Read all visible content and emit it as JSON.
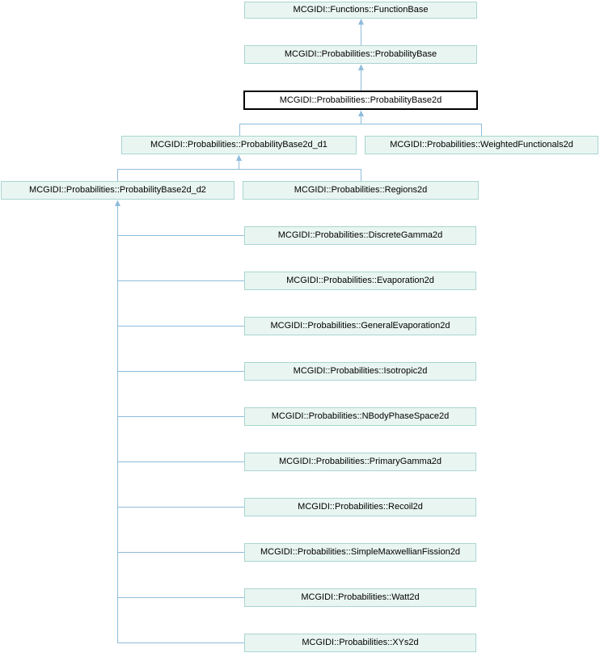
{
  "diagram": {
    "type": "class-inheritance-graph",
    "nodes": [
      {
        "label": "MCGIDI::Functions::FunctionBase",
        "current": false
      },
      {
        "label": "MCGIDI::Probabilities::ProbabilityBase",
        "current": false
      },
      {
        "label": "MCGIDI::Probabilities::ProbabilityBase2d",
        "current": true
      },
      {
        "label": "MCGIDI::Probabilities::ProbabilityBase2d_d1",
        "current": false
      },
      {
        "label": "MCGIDI::Probabilities::WeightedFunctionals2d",
        "current": false
      },
      {
        "label": "MCGIDI::Probabilities::ProbabilityBase2d_d2",
        "current": false
      },
      {
        "label": "MCGIDI::Probabilities::Regions2d",
        "current": false
      },
      {
        "label": "MCGIDI::Probabilities::DiscreteGamma2d",
        "current": false
      },
      {
        "label": "MCGIDI::Probabilities::Evaporation2d",
        "current": false
      },
      {
        "label": "MCGIDI::Probabilities::GeneralEvaporation2d",
        "current": false
      },
      {
        "label": "MCGIDI::Probabilities::Isotropic2d",
        "current": false
      },
      {
        "label": "MCGIDI::Probabilities::NBodyPhaseSpace2d",
        "current": false
      },
      {
        "label": "MCGIDI::Probabilities::PrimaryGamma2d",
        "current": false
      },
      {
        "label": "MCGIDI::Probabilities::Recoil2d",
        "current": false
      },
      {
        "label": "MCGIDI::Probabilities::SimpleMaxwellianFission2d",
        "current": false
      },
      {
        "label": "MCGIDI::Probabilities::Watt2d",
        "current": false
      },
      {
        "label": "MCGIDI::Probabilities::XYs2d",
        "current": false
      }
    ],
    "edges": [
      {
        "child": "MCGIDI::Probabilities::ProbabilityBase",
        "parent": "MCGIDI::Functions::FunctionBase"
      },
      {
        "child": "MCGIDI::Probabilities::ProbabilityBase2d",
        "parent": "MCGIDI::Probabilities::ProbabilityBase"
      },
      {
        "child": "MCGIDI::Probabilities::ProbabilityBase2d_d1",
        "parent": "MCGIDI::Probabilities::ProbabilityBase2d"
      },
      {
        "child": "MCGIDI::Probabilities::WeightedFunctionals2d",
        "parent": "MCGIDI::Probabilities::ProbabilityBase2d"
      },
      {
        "child": "MCGIDI::Probabilities::ProbabilityBase2d_d2",
        "parent": "MCGIDI::Probabilities::ProbabilityBase2d_d1"
      },
      {
        "child": "MCGIDI::Probabilities::Regions2d",
        "parent": "MCGIDI::Probabilities::ProbabilityBase2d_d1"
      },
      {
        "child": "MCGIDI::Probabilities::DiscreteGamma2d",
        "parent": "MCGIDI::Probabilities::ProbabilityBase2d_d2"
      },
      {
        "child": "MCGIDI::Probabilities::Evaporation2d",
        "parent": "MCGIDI::Probabilities::ProbabilityBase2d_d2"
      },
      {
        "child": "MCGIDI::Probabilities::GeneralEvaporation2d",
        "parent": "MCGIDI::Probabilities::ProbabilityBase2d_d2"
      },
      {
        "child": "MCGIDI::Probabilities::Isotropic2d",
        "parent": "MCGIDI::Probabilities::ProbabilityBase2d_d2"
      },
      {
        "child": "MCGIDI::Probabilities::NBodyPhaseSpace2d",
        "parent": "MCGIDI::Probabilities::ProbabilityBase2d_d2"
      },
      {
        "child": "MCGIDI::Probabilities::PrimaryGamma2d",
        "parent": "MCGIDI::Probabilities::ProbabilityBase2d_d2"
      },
      {
        "child": "MCGIDI::Probabilities::Recoil2d",
        "parent": "MCGIDI::Probabilities::ProbabilityBase2d_d2"
      },
      {
        "child": "MCGIDI::Probabilities::SimpleMaxwellianFission2d",
        "parent": "MCGIDI::Probabilities::ProbabilityBase2d_d2"
      },
      {
        "child": "MCGIDI::Probabilities::Watt2d",
        "parent": "MCGIDI::Probabilities::ProbabilityBase2d_d2"
      },
      {
        "child": "MCGIDI::Probabilities::XYs2d",
        "parent": "MCGIDI::Probabilities::ProbabilityBase2d_d2"
      }
    ],
    "colors": {
      "node_fill": "#e9f5f1",
      "node_border": "#a9d6d0",
      "current_node_fill": "#ffffff",
      "current_node_border": "#000000",
      "edge_line": "#8fbcdb",
      "text": "#000000",
      "background": "#ffffff"
    }
  }
}
